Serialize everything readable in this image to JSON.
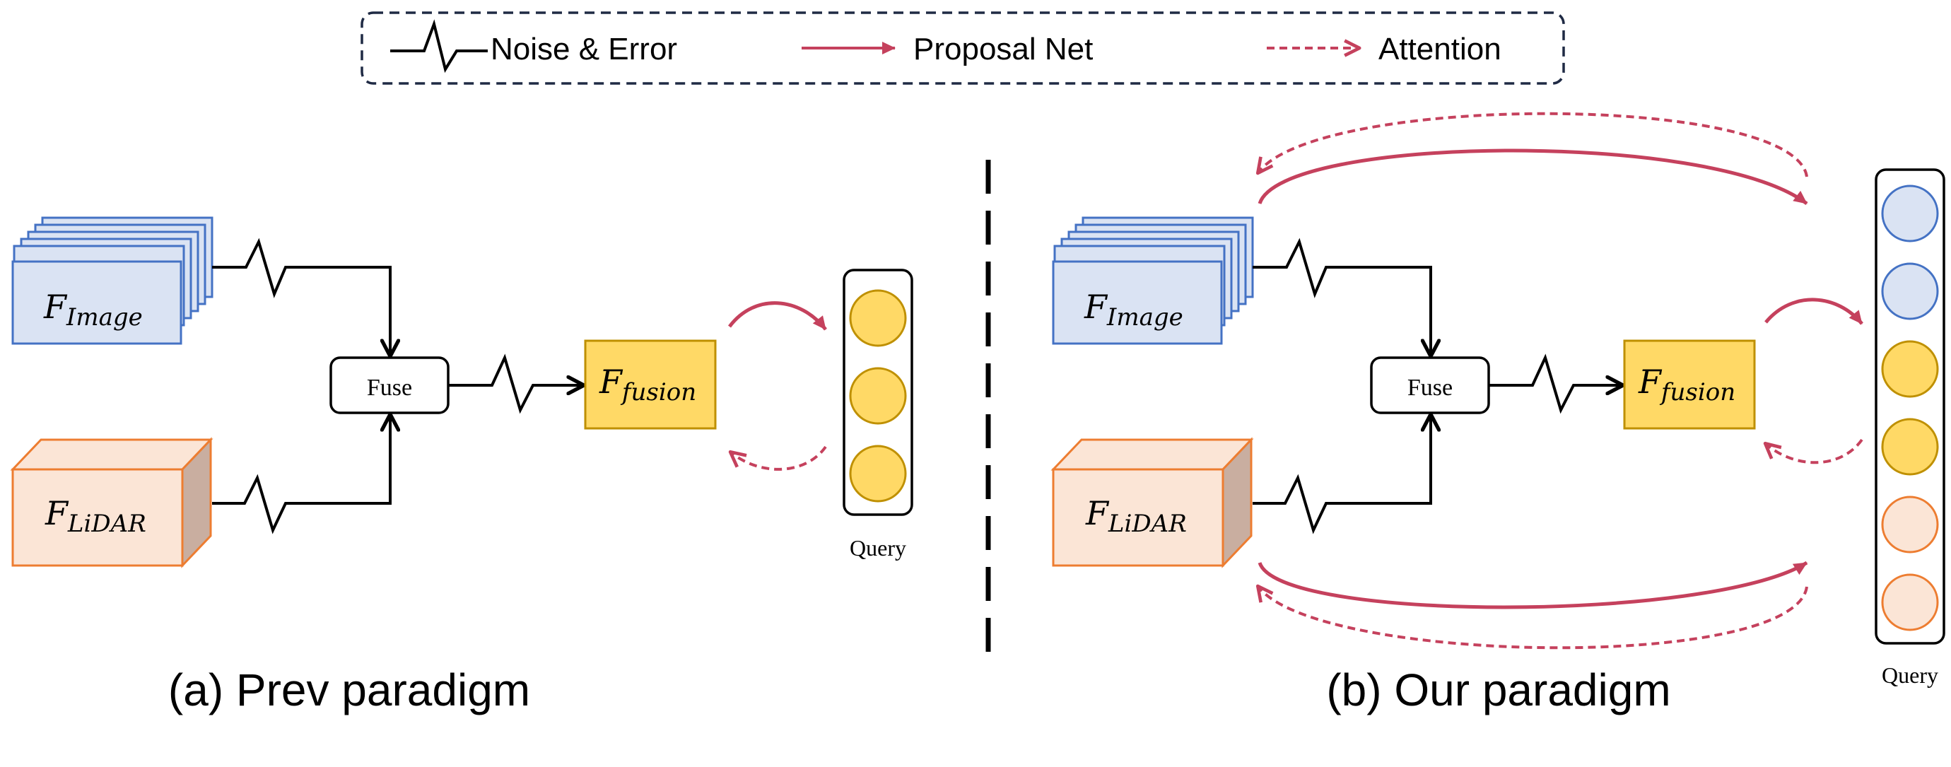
{
  "legend": {
    "noise_label": "Noise & Error",
    "proposal_label": "Proposal Net",
    "attention_label": "Attention"
  },
  "panel_a": {
    "image_feat": {
      "base": "F",
      "sub": "Image"
    },
    "lidar_feat": {
      "base": "F",
      "sub": "LiDAR"
    },
    "fuse_label": "Fuse",
    "fusion_feat": {
      "base": "F",
      "sub": "fusion"
    },
    "query_label": "Query",
    "caption": "(a) Prev paradigm"
  },
  "panel_b": {
    "image_feat": {
      "base": "F",
      "sub": "Image"
    },
    "lidar_feat": {
      "base": "F",
      "sub": "LiDAR"
    },
    "fuse_label": "Fuse",
    "fusion_feat": {
      "base": "F",
      "sub": "fusion"
    },
    "query_label": "Query",
    "caption": "(b) Our paradigm"
  },
  "colors": {
    "image_fill": "#dae3f3",
    "image_stroke": "#4472c4",
    "lidar_fill": "#fbe5d6",
    "lidar_side": "#c9aea0",
    "lidar_stroke": "#ed7d31",
    "fusion_fill": "#ffd966",
    "fusion_stroke": "#bf9000",
    "proposal_color": "#c5415d",
    "legend_border": "#1f2a44"
  }
}
